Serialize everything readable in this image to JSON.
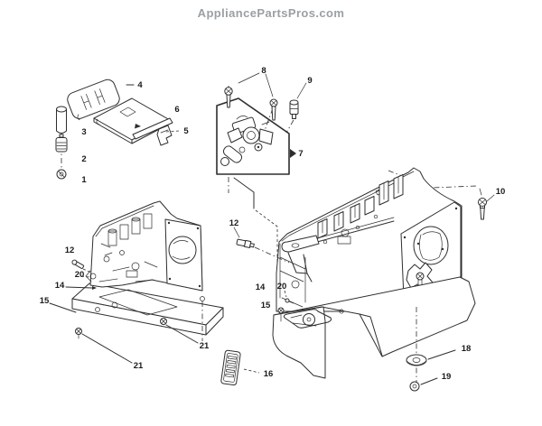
{
  "header": {
    "site_name": "AppliancePartsPros.com"
  },
  "diagram": {
    "callouts": {
      "part1": "1",
      "part2": "2",
      "part3": "3",
      "part4": "4",
      "part5": "5",
      "part6": "6",
      "part7": "7",
      "part8": "8",
      "part9": "9",
      "part10": "10",
      "part12": "12",
      "part14": "14",
      "part15": "15",
      "part16": "16",
      "part18": "18",
      "part19": "19",
      "part20": "20",
      "part21": "21"
    },
    "colors": {
      "background": "#ffffff",
      "line_art": "#2e2e2e",
      "header_text": "#9aa0a5",
      "callout_text": "#1b1b1b"
    }
  }
}
